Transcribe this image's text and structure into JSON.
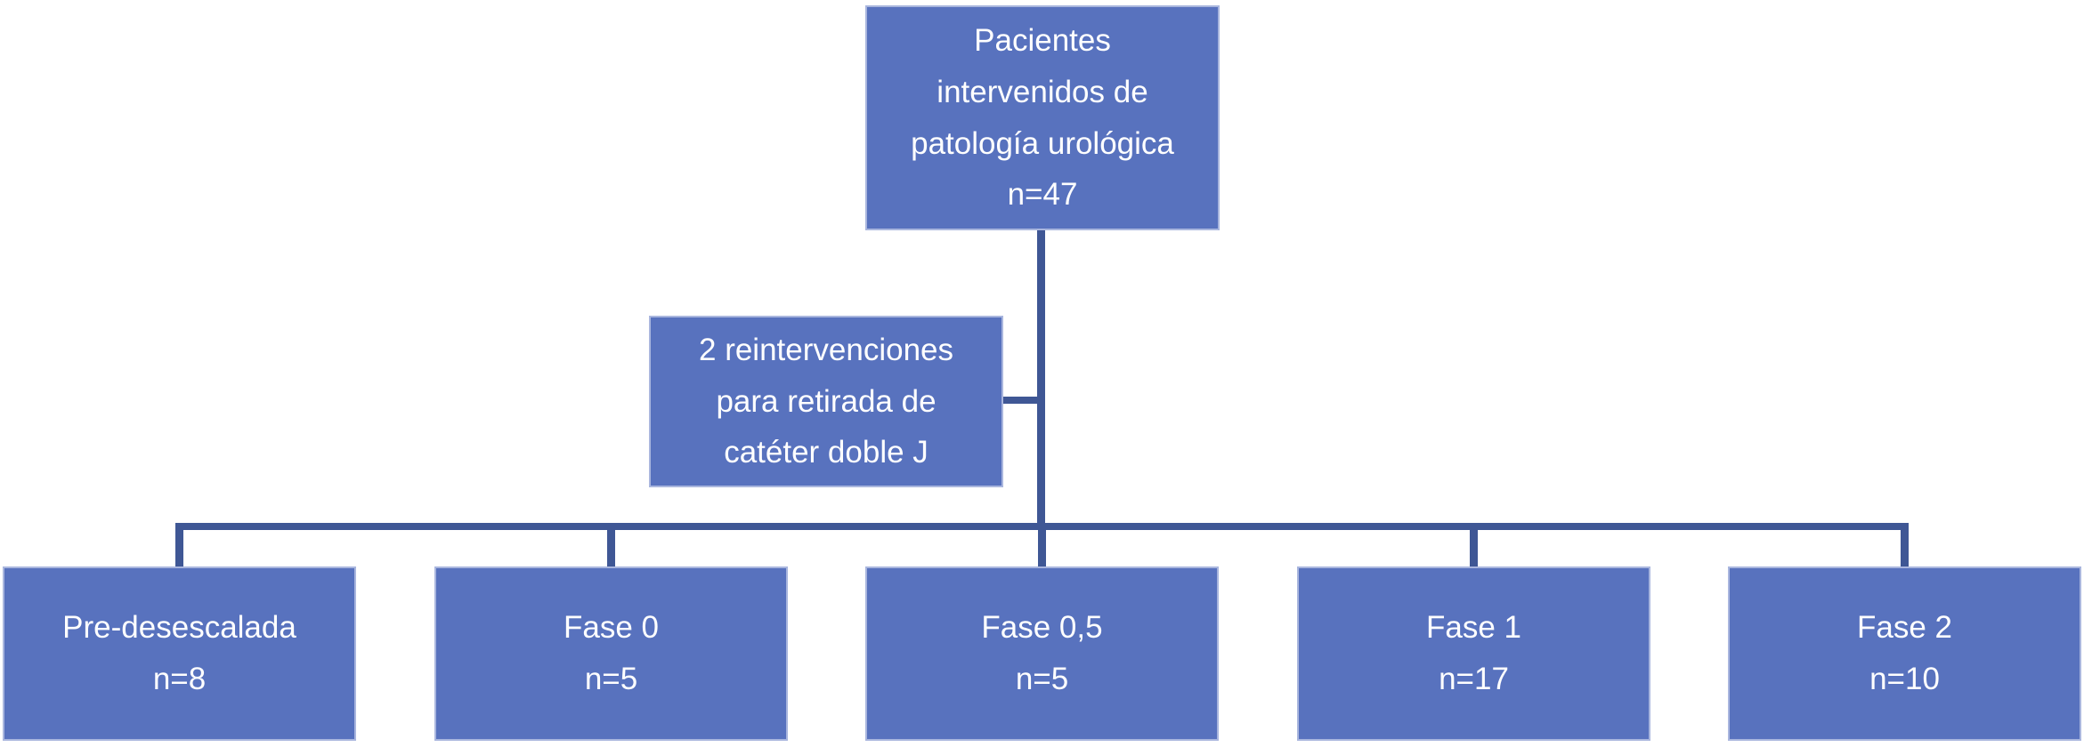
{
  "theme": {
    "background": "#ffffff",
    "box_fill": "#5872be",
    "box_border": "#a9b6de",
    "connector_color": "#3f5795",
    "text_color": "#ffffff"
  },
  "flowchart": {
    "root": {
      "title": "Pacientes\nintervenidos de\npatología urológica",
      "count": "n=47"
    },
    "annotation": {
      "title": "2 reintervenciones\npara retirada de\ncatéter doble J"
    },
    "phases": [
      {
        "title": "Pre-desescalada",
        "count": "n=8"
      },
      {
        "title": "Fase 0",
        "count": "n=5"
      },
      {
        "title": "Fase 0,5",
        "count": "n=5"
      },
      {
        "title": "Fase 1",
        "count": "n=17"
      },
      {
        "title": "Fase 2",
        "count": "n=10"
      }
    ]
  }
}
